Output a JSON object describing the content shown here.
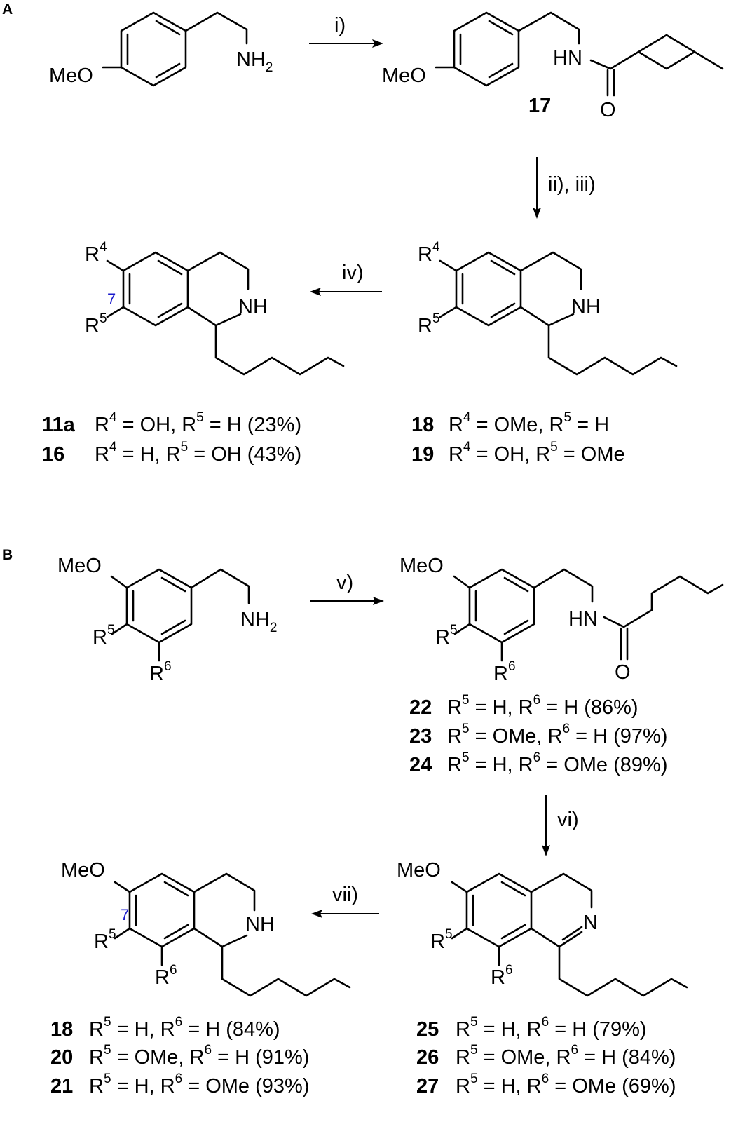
{
  "panel_a": {
    "label": "A",
    "reagents": {
      "i": "i)",
      "ii_iii": "ii), iii)",
      "iv": "iv)"
    },
    "compound_17": "17",
    "start_labels": {
      "meo": "MeO",
      "nh2_n": "NH",
      "nh2_sub": "2"
    },
    "amide_labels": {
      "meo": "MeO",
      "hn": "HN",
      "o": "O"
    },
    "product_labels": {
      "r": "R",
      "sup4": "4",
      "sup5": "5",
      "nh": "NH",
      "pos7": "7"
    },
    "results_left": [
      {
        "id": "11a",
        "text": "R4 = OH, R5 = H (23%)"
      },
      {
        "id": "16",
        "text": "R4 = H, R5 = OH (43%)"
      }
    ],
    "results_right": [
      {
        "id": "18",
        "text": "R4 = OMe, R5 = H"
      },
      {
        "id": "19",
        "text": "R4 = OH, R5 = OMe"
      }
    ]
  },
  "panel_b": {
    "label": "B",
    "reagents": {
      "v": "v)",
      "vi": "vi)",
      "vii": "vii)"
    },
    "start_labels": {
      "meo": "MeO",
      "nh2_n": "NH",
      "nh2_sub": "2",
      "r": "R",
      "sup5": "5",
      "sup6": "6"
    },
    "amide_labels": {
      "meo": "MeO",
      "hn": "HN",
      "o": "O",
      "r": "R",
      "sup5": "5",
      "sup6": "6"
    },
    "imine_labels": {
      "meo": "MeO",
      "n": "N",
      "r": "R",
      "sup5": "5",
      "sup6": "6"
    },
    "amine_labels": {
      "meo": "MeO",
      "nh": "NH",
      "r": "R",
      "sup5": "5",
      "sup6": "6",
      "pos7": "7"
    },
    "results_amides": [
      {
        "id": "22",
        "text": "R5 = H, R6 = H (86%)"
      },
      {
        "id": "23",
        "text": "R5 = OMe, R6 = H (97%)"
      },
      {
        "id": "24",
        "text": "R5 = H, R6 = OMe (89%)"
      }
    ],
    "results_amines": [
      {
        "id": "18",
        "text": "R5 = H, R6 = H (84%)"
      },
      {
        "id": "20",
        "text": "R5 = OMe, R6 = H (91%)"
      },
      {
        "id": "21",
        "text": "R5 = H, R6 = OMe (93%)"
      }
    ],
    "results_imines": [
      {
        "id": "25",
        "text": "R5 = H, R6 = H (79%)"
      },
      {
        "id": "26",
        "text": "R5 = OMe, R6 = H (84%)"
      },
      {
        "id": "27",
        "text": "R5 = H, R6 = OMe (69%)"
      }
    ]
  },
  "colors": {
    "ink": "#000000",
    "position_number": "#1a1acc"
  }
}
